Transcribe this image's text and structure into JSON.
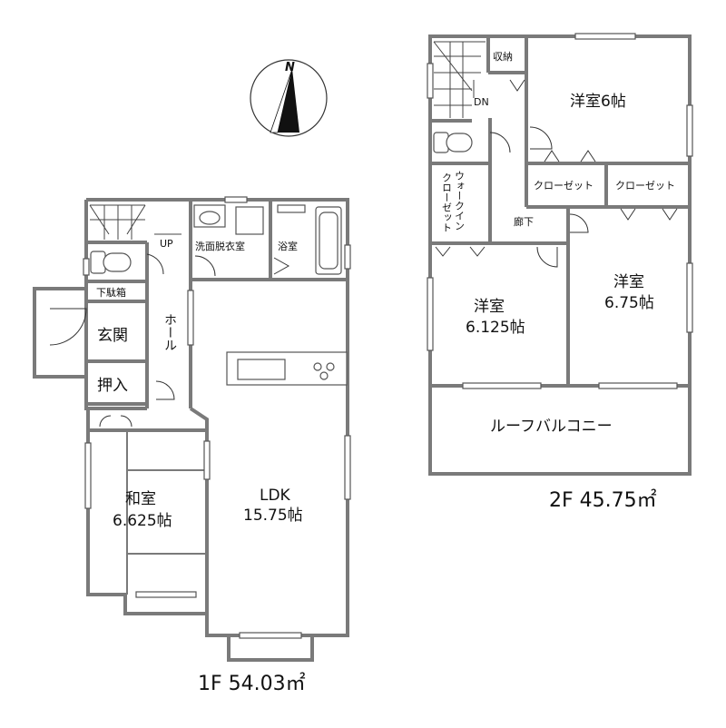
{
  "compass": {
    "north_label": "N"
  },
  "floor1": {
    "area_label": "1F 54.03㎡",
    "rooms": {
      "ldk_name": "LDK",
      "ldk_size": "15.75帖",
      "washitsu_name": "和室",
      "washitsu_size": "6.625帖",
      "genkan": "玄関",
      "oshiire": "押入",
      "getabako": "下駄箱",
      "hall": "ホール",
      "senmen": "洗面脱衣室",
      "yokushitsu": "浴室",
      "up": "UP"
    }
  },
  "floor2": {
    "area_label": "2F 45.75㎡",
    "rooms": {
      "youshitsu_a_name": "洋室",
      "youshitsu_a_size": "6帖",
      "youshitsu_b_name": "洋室",
      "youshitsu_b_size": "6.125帖",
      "youshitsu_c_name": "洋室",
      "youshitsu_c_size": "6.75帖",
      "closet_1": "クローゼット",
      "closet_2": "クローゼット",
      "wic_line1": "ウォークイン",
      "wic_line2": "クローゼット",
      "roka": "廊下",
      "shuno": "収納",
      "dn": "DN",
      "balcony": "ルーフバルコニー"
    }
  }
}
